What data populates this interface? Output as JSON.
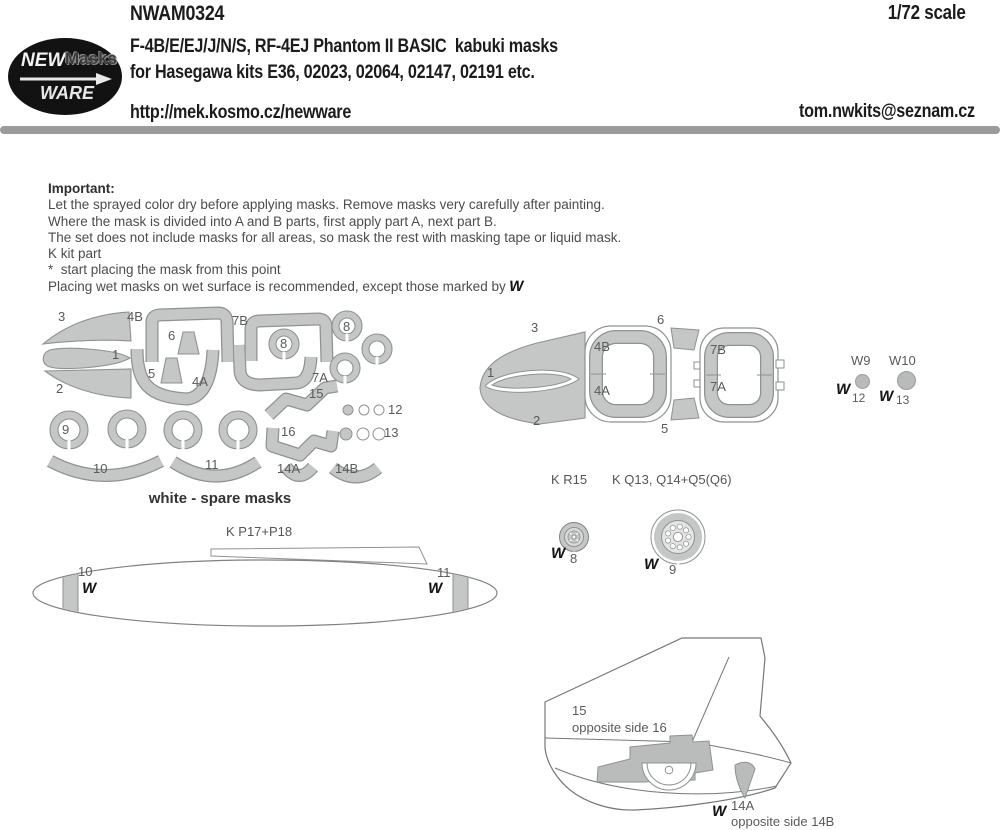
{
  "header": {
    "product_code": "NWAM0324",
    "scale": "1/72 scale",
    "title_line1": "F-4B/E/EJ/J/N/S, RF-4EJ Phantom II BASIC  kabuki masks",
    "title_line2": "for Hasegawa kits E36, 02023, 02064, 02147, 02191 etc.",
    "website": "http://mek.kosmo.cz/newware",
    "email": "tom.nwkits@seznam.cz",
    "logo": {
      "word_new": "NEW",
      "word_masks": "Masks",
      "word_ware": "WARE"
    }
  },
  "instructions": {
    "heading": "Important:",
    "lines": [
      "Let the sprayed color dry before applying masks. Remove masks very carefully after painting.",
      "Where the mask is divided into A and B parts, first apply part A, next part B.",
      "The set does not include masks for all areas, so mask the rest with masking tape or liquid mask.",
      "K kit part",
      "*  start placing the mask from this point",
      "Placing wet masks on wet surface is recommended, except those marked by "
    ],
    "wet_marker": "W"
  },
  "mask_sheet": {
    "caption": "white - spare masks",
    "labels": {
      "p3": "3",
      "p4b": "4B",
      "p6": "6",
      "p7b": "7B",
      "p8_canopy": "8",
      "p8_spare": "8",
      "p1": "1",
      "p5": "5",
      "p2": "2",
      "p4a": "4A",
      "p7a": "7A",
      "p15": "15",
      "p9": "9",
      "p16": "16",
      "p12": "12",
      "p13": "13",
      "p10": "10",
      "p11": "11",
      "p14a": "14A",
      "p14b": "14B"
    }
  },
  "nose_view": {
    "labels": {
      "p1": "1",
      "p2": "2",
      "p3": "3",
      "p4a": "4A",
      "p4b": "4B",
      "p5": "5",
      "p6": "6",
      "p7a": "7A",
      "p7b": "7B"
    }
  },
  "w_parts": {
    "w9_title": "W9",
    "w10_title": "W10",
    "num12": "12",
    "num13": "13",
    "marker": "W"
  },
  "wheels": {
    "left_kit": "K R15",
    "right_kit": "K Q13, Q14+Q5(Q6)",
    "num8": "8",
    "num9": "9",
    "marker": "W"
  },
  "fuel_tank": {
    "kit": "K P17+P18",
    "num10": "10",
    "num11": "11",
    "marker": "W"
  },
  "tail_view": {
    "num15": "15",
    "opposite16": "opposite side 16",
    "num14a": "14A",
    "opposite14b": "opposite side 14B",
    "marker": "W"
  },
  "colors": {
    "mask_fill": "#c4c7c6",
    "mask_stroke": "#8e9291",
    "divider": "#9b9b9b"
  }
}
